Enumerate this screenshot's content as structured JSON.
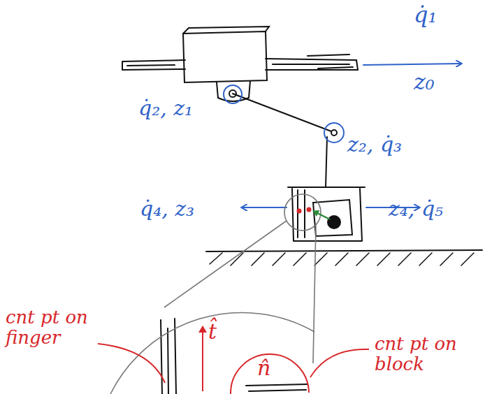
{
  "diagram": {
    "labels": [
      "q̇₁",
      "z₀",
      "q̇₂, z₁",
      "z₂, q̇₃",
      "q̇₄, z₃",
      "z₄, q̇₅",
      "cnt pt on finger",
      "cnt pt on block",
      "t̂",
      "n̂"
    ]
  }
}
